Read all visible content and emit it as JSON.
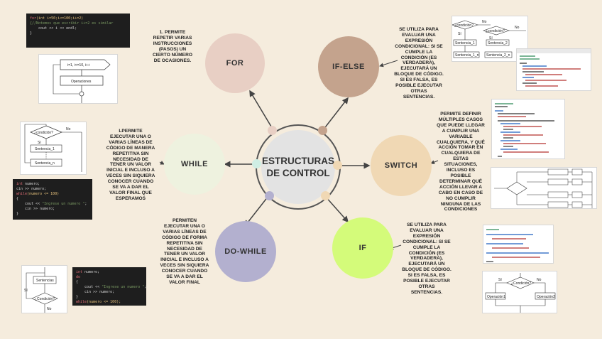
{
  "title": "ESTRUCTURAS DE CONTROL",
  "nodes": {
    "for": {
      "label": "FOR",
      "color": "#e8cfc4"
    },
    "if_else": {
      "label": "IF-ELSE",
      "color": "#c4a38d"
    },
    "switch": {
      "label": "SWITCH",
      "color": "#f0d8b4"
    },
    "if": {
      "label": "IF",
      "color": "#d4fb7a"
    },
    "do_while": {
      "label": "DO-WHILE",
      "color": "#b3b0cf"
    },
    "while": {
      "label": "WHILE",
      "color": "#eef2df"
    }
  },
  "connector_dots": [
    "#e8cfc4",
    "#c4a38d",
    "#f0d8b4",
    "#f0d8b4",
    "#b3b0cf",
    "#cfeee4"
  ],
  "descriptions": {
    "for": "1. PERMITE\nREPETIR VARIAS\nINSTRUCCIONES\n(PASOS) UN\nCIERTO NÚMERO\nDE OCASIONES.",
    "if_else": "SE UTILIZA PARA\nEVALUAR UNA\nEXPRESIÓN\nCONDICIONAL: SI SE\nCUMPLE LA\nCONDICIÓN (ES\nVERDADERA),\nEJECUTARÁ UN\nBLOQUE DE CÓDIGO.\nSI ES FALSA, ES\nPOSIBLE EJECUTAR\nOTRAS\nSENTENCIAS.",
    "switch": "PERMITE DEFINIR\nMÚLTIPLES CASOS\nQUE PUEDE LLEGAR\nA CUMPLIR UNA\nVARIABLE\nCUALQUIERA, Y QUÉ\nACCIÓN TOMAR EN\nCUALQUIERA DE\nESTAS\nSITUACIONES,\nINCLUSO ES\nPOSIBLE\nDETERMINAR QUÉ\nACCIÓN LLEVAR A\nCABO EN CASO DE\nNO CUMPLIR\nNINGUNA DE LAS\nCONDICIONES",
    "if": "SE UTILIZA PARA\nEVALUAR UNA\nEXPRESIÓN\nCONDICIONAL: SI SE\nCUMPLE LA\nCONDICIÓN (ES\nVERDADERA),\nEJECUTARÁ UN\nBLOQUE DE CÓDIGO.\nSI ES FALSA, ES\nPOSIBLE EJECUTAR\nOTRAS\nSENTENCIAS.",
    "do_while": "PERMITEN\nEJECUTAR UNA O\nVARIAS LÍNEAS DE\nCÓDIGO DE FORMA\nREPETITIVA SIN\nNECESIDAD DE\nTENER UN VALOR\nINICIAL E INCLUSO A\nVECES SIN SIQUIERA\nCONOCER CUANDO\nSE VA A DAR EL\nVALOR FINAL",
    "while": "LPERMITE\nEJECUTAR UNA O\nVARIAS LÍNEAS DE\nCÓDIGO DE MANERA\nREPETITIVA SIN\nNECESIDAD DE\nTENER UN VALOR\nINICIAL E INCLUSO A\nVECES SIN SIQUIERA\nCONOCER CUANDO\nSE VA A DAR EL\nVALOR FINAL QUE\nESPERAMOS"
  },
  "code_snippets": {
    "for": {
      "line1_kw": "for",
      "line1_rest": "(int i=50;i<=100;i+=2)",
      "line2": "{//Notemos que escribir i+=2 es similar",
      "line3": "    cout << i << endl;",
      "line4": "}"
    },
    "while": {
      "line1_kw": "int",
      "line1_rest": " numero;",
      "line2": "cin >> numero;",
      "line3_kw": "while",
      "line3_rest": "(numero <= 100)",
      "line4": "{",
      "line5_a": "    cout << ",
      "line5_str": "\"Ingrese un numero \"",
      "line5_b": ";",
      "line6": "    cin >> numero;",
      "line7": "}"
    },
    "do_while": {
      "line1_kw": "int",
      "line1_rest": " numero;",
      "line2": "do",
      "line3": "{",
      "line4_a": "    cout << ",
      "line4_str": "\"Ingrese un numero \"",
      "line4_b": ";",
      "line5": "    cin >> numero;",
      "line6": "}",
      "line7_kw": "while",
      "line7_rest": "(numero <= 100);"
    }
  },
  "flow_labels": {
    "for_box1": "i=1, i<=10, i++",
    "for_box2": "Operaciones",
    "while_cond": "¿condición?",
    "while_si": "Sí",
    "while_no": "No",
    "while_s1": "Sentencia_1",
    "while_sn": "Sentencia_n",
    "ifelse_cond1": "¿condición?",
    "ifelse_cond2": "¿condición?",
    "ifelse_no": "No",
    "ifelse_si": "Sí",
    "ifelse_s1": "Sentencia_1",
    "ifelse_s2": "Sentencia_2",
    "ifelse_s1n": "Sentencia_1_n",
    "ifelse_s2n": "Sentencia_2_n",
    "dowhile_box": "Sentencias",
    "dowhile_cond": "¿Condición?",
    "dowhile_si": "Sí",
    "dowhile_no": "No",
    "if_cond": "¿Condición?",
    "if_yes": "Sí",
    "if_no": "No",
    "if_a": "Operación1",
    "if_b": "Operación2"
  }
}
